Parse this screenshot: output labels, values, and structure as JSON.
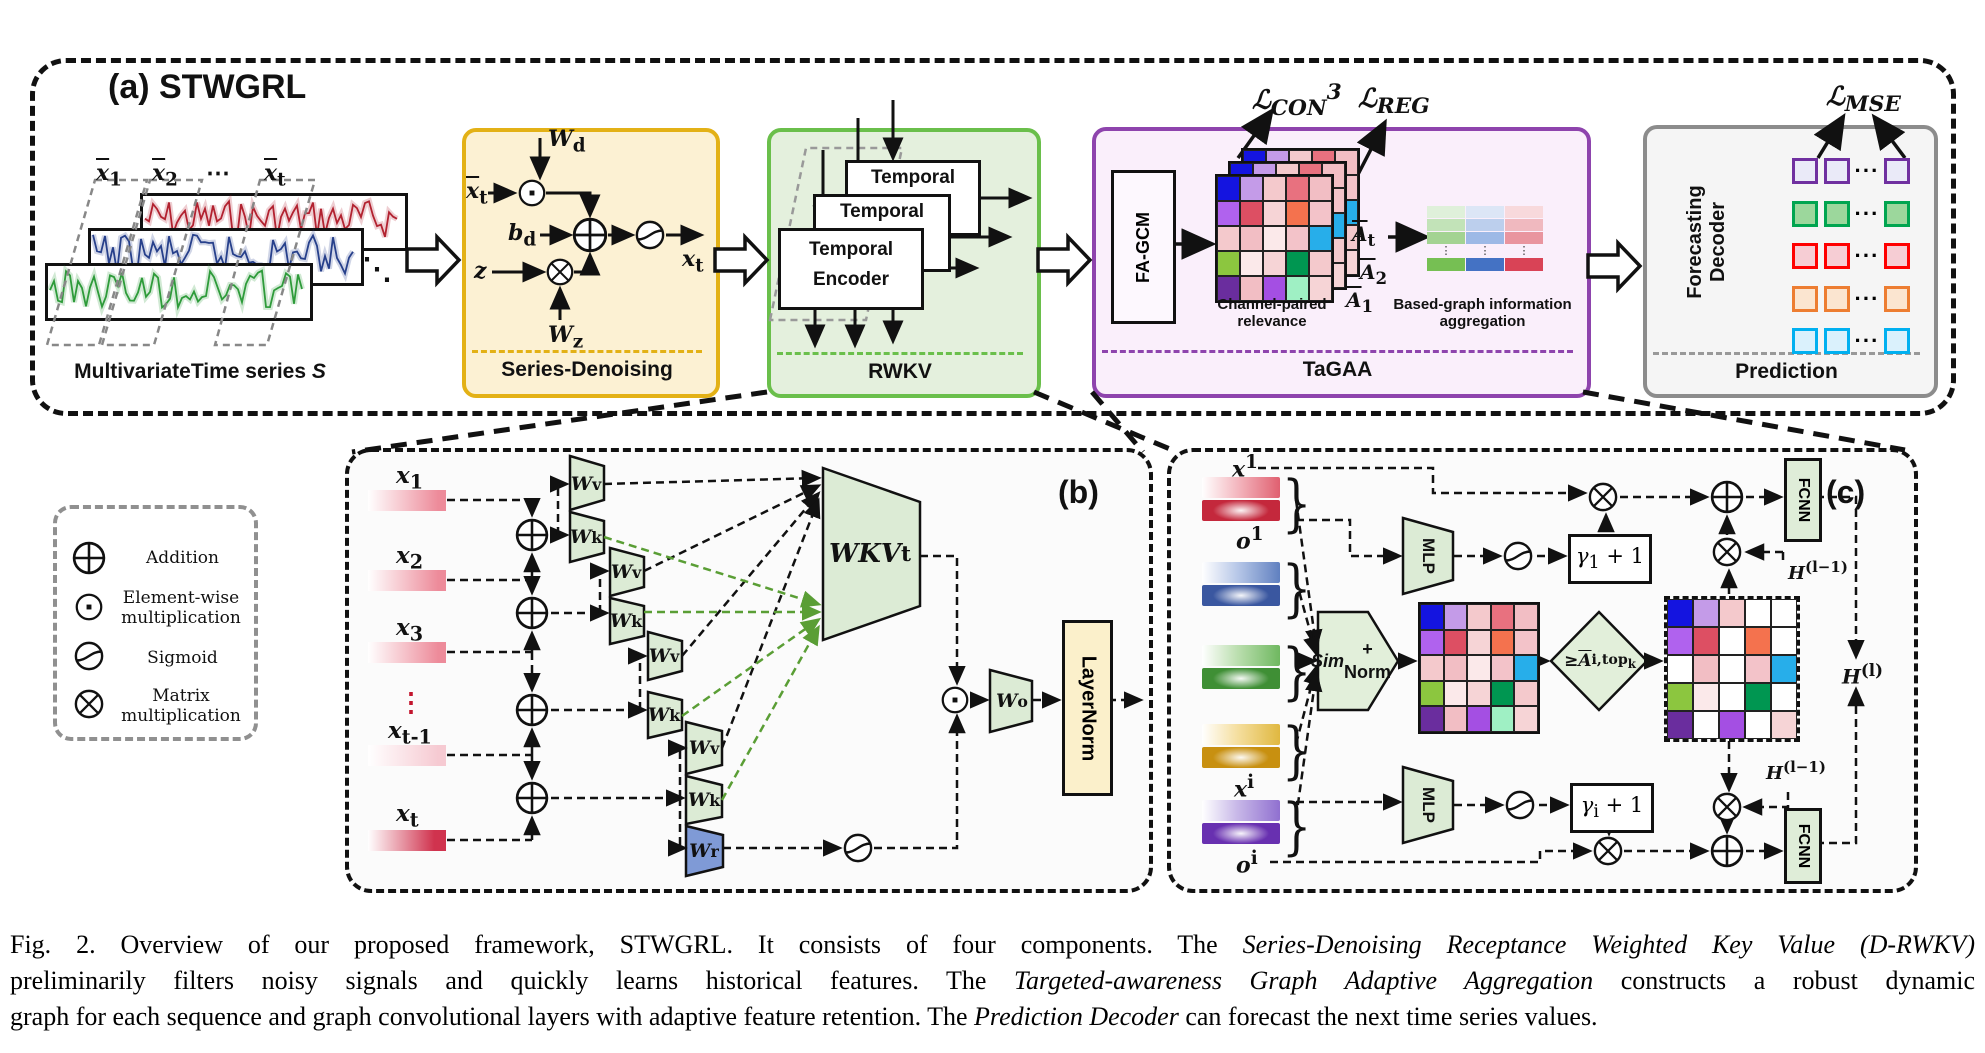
{
  "panel_a": {
    "title": "(a) STWGRL",
    "series": {
      "slice_labels": [
        "<span class='ov'><i>x</i></span><sub>1</sub>",
        "<span class='ov'><i>x</i></span><sub>2</sub>",
        "⋯",
        "<span class='ov'><i>x</i></span><sub>t</sub>"
      ],
      "caption": "MultivariateTime series <i>S</i>",
      "corner_dots": "⋱",
      "wave_colors": [
        "#B22230",
        "#27408B",
        "#2E9B3A"
      ]
    },
    "denoising": {
      "title": "Series-Denoising",
      "wd": "<i>W</i><sub>d</sub>",
      "xbar_t": "<span class='ov'><i>x</i></span><sub>t</sub>",
      "bd": "<i>b</i><sub>d</sub>",
      "z": "<i>z</i>",
      "wz": "<i>W</i><sub>z</sub>",
      "xt": "<i>x</i><sub>t</sub>",
      "accent": "#E3B116",
      "fill": "#FCF1D3"
    },
    "rwkv": {
      "title": "RWKV",
      "enc_back": "Temporal",
      "enc_mid": "Temporal",
      "enc_front_1": "Temporal",
      "enc_front_2": "Encoder",
      "accent": "#6ABF4B",
      "fill": "#E4F0DD"
    },
    "tagaa": {
      "title": "TaGAA",
      "fagcm": "FA-GCM",
      "l_con": "ℒ<sub>CON</sub><sup>3</sup>",
      "l_reg": "ℒ<sub>REG</sub>",
      "a_t": "<span class='ov'><i>A</i></span><sub>t</sub>",
      "a_2": "<span class='ov'><i>A</i></span><sub>2</sub>",
      "a_1": "<span class='ov'><i>A</i></span><sub>1</sub>",
      "cap_left": "Channel-paired\nrelevance",
      "cap_right": "Based-graph information\naggregation",
      "accent": "#8E44AD",
      "fill": "#FAEFFB",
      "matrix": [
        [
          "#1414E0",
          "#C49BE8",
          "#F4C9CC",
          "#E8717F",
          "#F2BEC4"
        ],
        [
          "#B062EE",
          "#DD4F63",
          "#F6D4D6",
          "#F4724E",
          "#F3C3C9"
        ],
        [
          "#F4C9CC",
          "#F2BEC4",
          "#FBE9EA",
          "#F3C3C9",
          "#27AEEA"
        ],
        [
          "#8CC63F",
          "#FBE9EA",
          "#F6D4D6",
          "#009651",
          "#F4C9CC"
        ],
        [
          "#6A2D9E",
          "#F2BEC4",
          "#A44FE3",
          "#9FF0C4",
          "#F6D4D6"
        ]
      ],
      "agg_bars": [
        {
          "shades": [
            "#DFF0DA",
            "#C2E3B8",
            "#A3D392"
          ],
          "solid": "#76BF53"
        },
        {
          "shades": [
            "#DCE6F6",
            "#BCCFED",
            "#9DB9E6"
          ],
          "solid": "#4472C4"
        },
        {
          "shades": [
            "#F8D9DC",
            "#F0B9BF",
            "#E9959F"
          ],
          "solid": "#D94356"
        }
      ],
      "agg_dots": "⋮"
    },
    "prediction": {
      "title": "Prediction",
      "l_mse": "ℒ<sub>MSE</sub>",
      "decoder_1": "Forecasting",
      "decoder_2": "Decoder",
      "dots": "···",
      "accent": "#8C8C8C",
      "fill": "#F5F5F5",
      "rows": [
        {
          "border": "#7030A0",
          "fill": "#EAEAF8"
        },
        {
          "border": "#00A550",
          "fill": "#9CD79C"
        },
        {
          "border": "#FF0000",
          "fill": "#F6CDD4"
        },
        {
          "border": "#ED7D31",
          "fill": "#FBE5D0"
        },
        {
          "border": "#00B0F0",
          "fill": "#DAF1FC"
        }
      ]
    }
  },
  "legend": {
    "items": [
      {
        "op": "add",
        "label": "Addition"
      },
      {
        "op": "dot",
        "label": "Element-wise\nmultiplication"
      },
      {
        "op": "sig",
        "label": "Sigmoid"
      },
      {
        "op": "mul",
        "label": "Matrix\nmultiplication"
      }
    ]
  },
  "panel_b": {
    "tag": "(b)",
    "inputs": [
      "<i>x</i><sub>1</sub>",
      "<i>x</i><sub>2</sub>",
      "<i>x</i><sub>3</sub>",
      "<i>x</i><sub>t-1</sub>",
      "<i>x</i><sub>t</sub>"
    ],
    "vdots": "⋮",
    "wv": "<i>W</i><sub>v</sub>",
    "wk": "<i>W</i><sub>k</sub>",
    "wr": "<i>W</i><sub>r</sub>",
    "wkv": "<i>WKV</i><sub>t</sub>",
    "wo": "<i>W</i><sub>o</sub>",
    "layernorm": "LayerNorm"
  },
  "panel_c": {
    "tag": "(c)",
    "x1": "<i>x</i><sup>1</sup>",
    "o1": "<i>o</i><sup>1</sup>",
    "xi": "<i>x</i><sup>i</sup>",
    "oi": "<i>o</i><sup>i</sup>",
    "brace": "}",
    "mlp": "MLP",
    "simnorm": "<i>Sim</i> +<br>Norm",
    "gamma1": "<i>γ</i><sub>1</sub> + 1",
    "gammai": "<i>γ</i><sub>i</sub> + 1",
    "thresh": "≥ <span class='ov'><i>A</i></span><sub>i,top<sub>k</sub></sub>",
    "h_lm1": "<i>H</i><sup>(l−1)</sup>",
    "h_l": "<i>H</i><sup>(l)</sup>",
    "fcnn": "FCNN",
    "pairs": [
      {
        "light": "#F4B8C0",
        "mid": "#E06070",
        "dark": "#C4283C"
      },
      {
        "light": "#B8C8E8",
        "mid": "#6080C0",
        "dark": "#3A57A0"
      },
      {
        "light": "#BCDFB0",
        "mid": "#6FB860",
        "dark": "#3F8F35"
      },
      {
        "light": "#F5DFA0",
        "mid": "#E0B840",
        "dark": "#C89010"
      },
      {
        "light": "#C8B8E8",
        "mid": "#9070D0",
        "dark": "#6830B0"
      }
    ],
    "matrix_dense": [
      [
        "#1414E0",
        "#C49BE8",
        "#F4C9CC",
        "#E8717F",
        "#F2BEC4"
      ],
      [
        "#B062EE",
        "#DD4F63",
        "#F6D4D6",
        "#F4724E",
        "#F3C3C9"
      ],
      [
        "#F4C9CC",
        "#F2BEC4",
        "#FBE9EA",
        "#F3C3C9",
        "#27AEEA"
      ],
      [
        "#8CC63F",
        "#FBE9EA",
        "#F6D4D6",
        "#009651",
        "#F4C9CC"
      ],
      [
        "#6A2D9E",
        "#F2BEC4",
        "#A44FE3",
        "#9FF0C4",
        "#F6D4D6"
      ]
    ],
    "matrix_sparse": [
      [
        "#1414E0",
        "#C49BE8",
        "#F4C9CC",
        "#FFFFFF",
        "#FFFFFF"
      ],
      [
        "#B062EE",
        "#DD4F63",
        "#FFFFFF",
        "#F4724E",
        "#FFFFFF"
      ],
      [
        "#FFFFFF",
        "#F2BEC4",
        "#FFFFFF",
        "#F3C3C9",
        "#27AEEA"
      ],
      [
        "#8CC63F",
        "#FBE9EA",
        "#FFFFFF",
        "#009651",
        "#FFFFFF"
      ],
      [
        "#6A2D9E",
        "#FFFFFF",
        "#A44FE3",
        "#FFFFFF",
        "#F6D4D6"
      ]
    ]
  },
  "caption": {
    "lines": [
      [
        {
          "t": "Fig. 2.   Overview of our proposed framework, STWGRL. It consists of four components. The "
        },
        {
          "t": "Series-Denoising Receptance Weighted Key Value (D-RWKV)",
          "i": true
        }
      ],
      [
        {
          "t": "preliminarily filters noisy signals and quickly learns historical features. The "
        },
        {
          "t": "Targeted-awareness Graph Adaptive Aggregation",
          "i": true
        },
        {
          "t": " constructs a robust dynamic"
        }
      ],
      [
        {
          "t": "graph for each sequence and graph convolutional layers with adaptive feature retention. The "
        },
        {
          "t": "Prediction Decoder",
          "i": true
        },
        {
          "t": " can forecast the next time series values."
        }
      ]
    ]
  }
}
